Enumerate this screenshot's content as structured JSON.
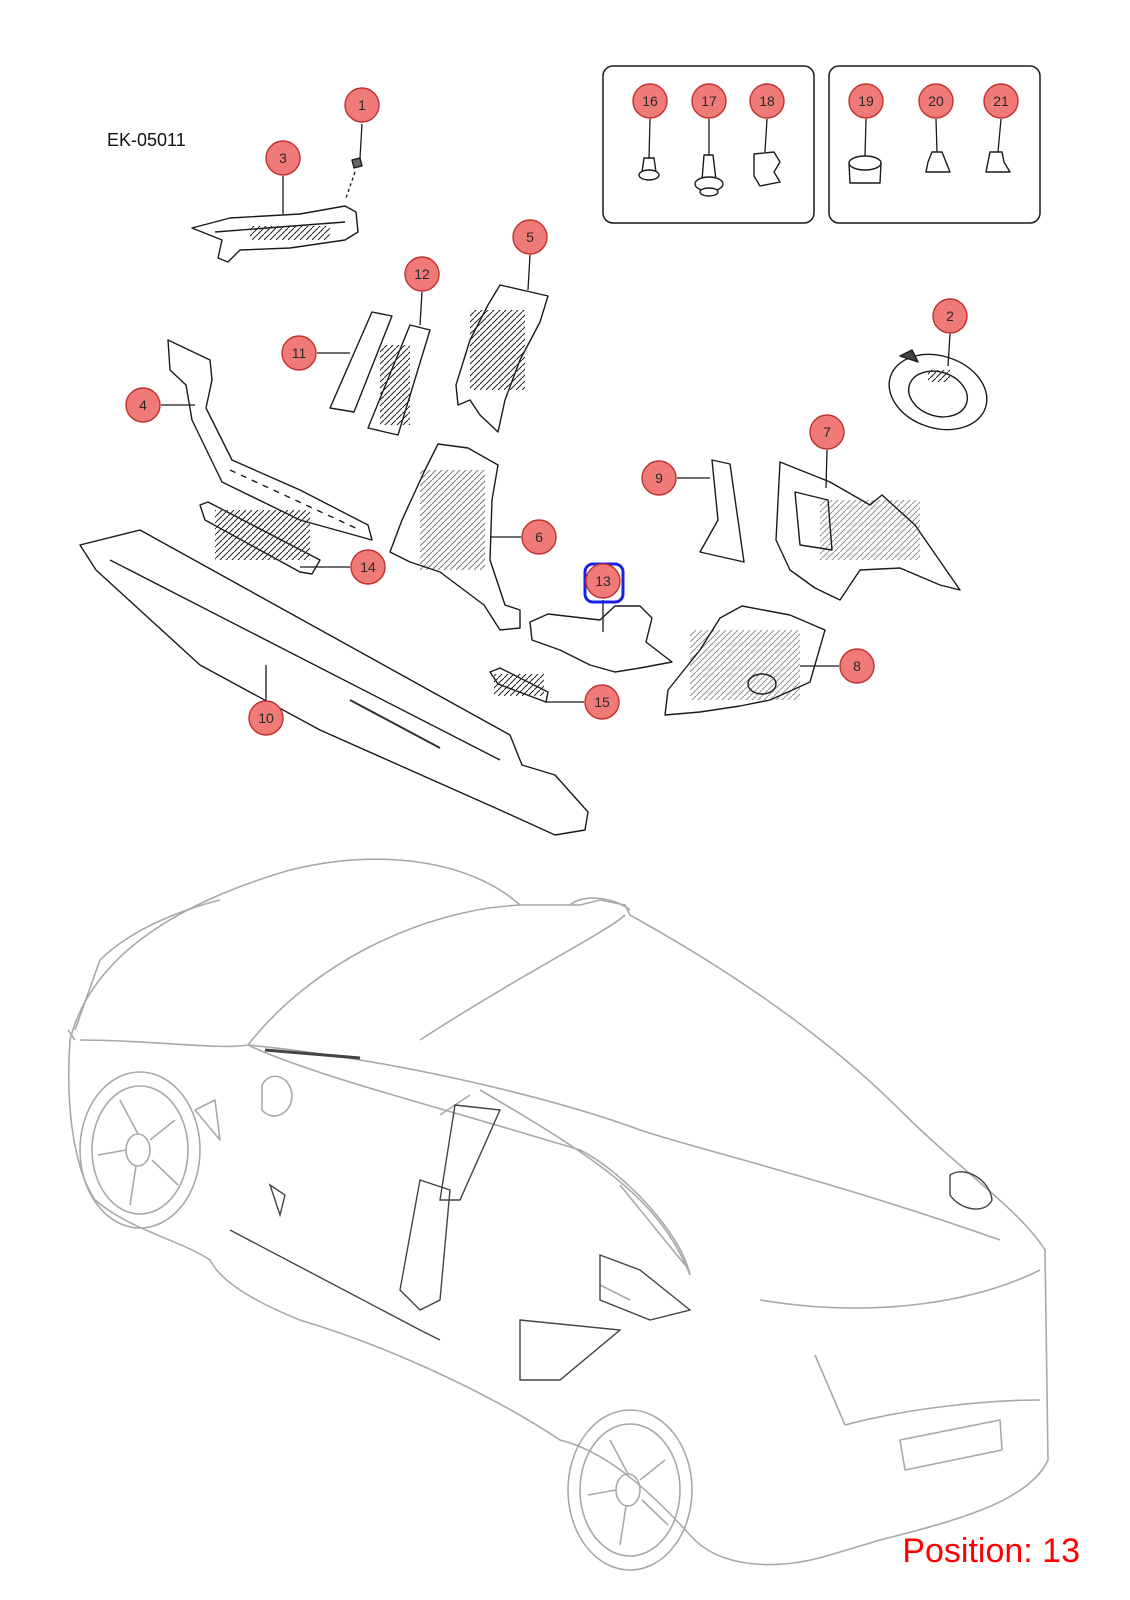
{
  "diagram_code": "EK-05011",
  "position_label": "Position: 13",
  "selected_callout": "13",
  "colors": {
    "callout_fill": "#f07a78",
    "callout_stroke": "#c0302e",
    "highlight": "#1a22e0",
    "position_text": "#ff0000",
    "part_line": "#1a1a1a",
    "car_line": "#a9a9a9"
  },
  "callouts": [
    "1",
    "2",
    "3",
    "4",
    "5",
    "6",
    "7",
    "8",
    "9",
    "10",
    "11",
    "12",
    "13",
    "14",
    "15",
    "16",
    "17",
    "18",
    "19",
    "20",
    "21"
  ]
}
